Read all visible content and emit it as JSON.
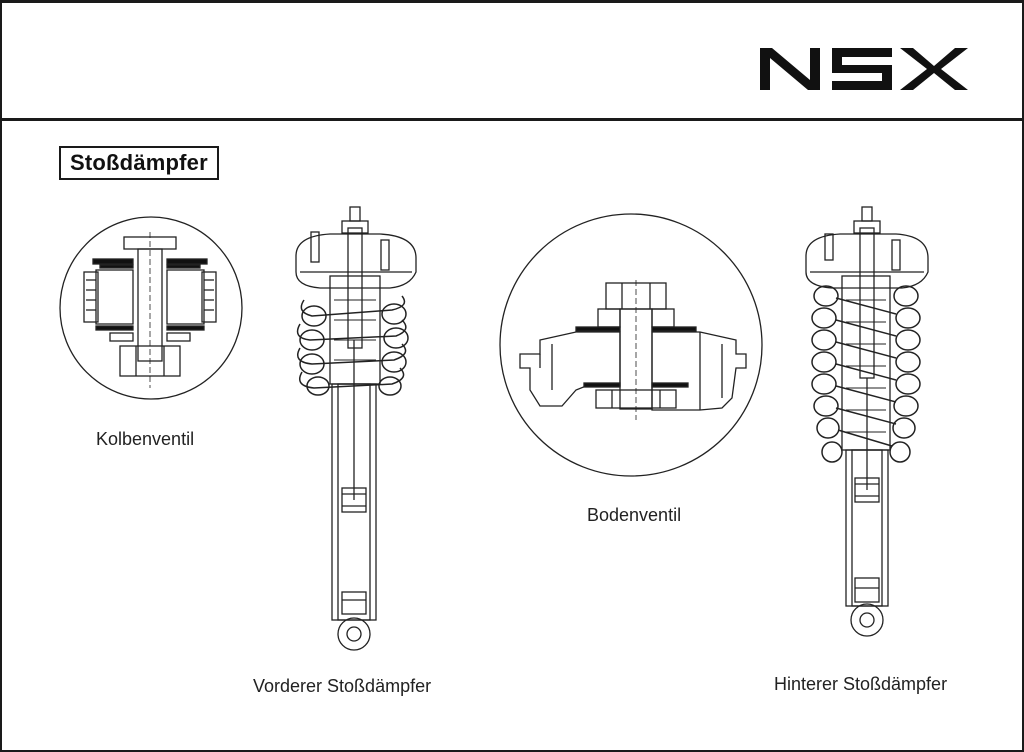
{
  "logo": {
    "text": "NSX"
  },
  "section_title": "Stoßdämpfer",
  "captions": {
    "piston_valve": "Kolbenventil",
    "base_valve": "Bodenventil",
    "front_damper": "Vorderer Stoßdämpfer",
    "rear_damper": "Hinterer Stoßdämpfer"
  }
}
